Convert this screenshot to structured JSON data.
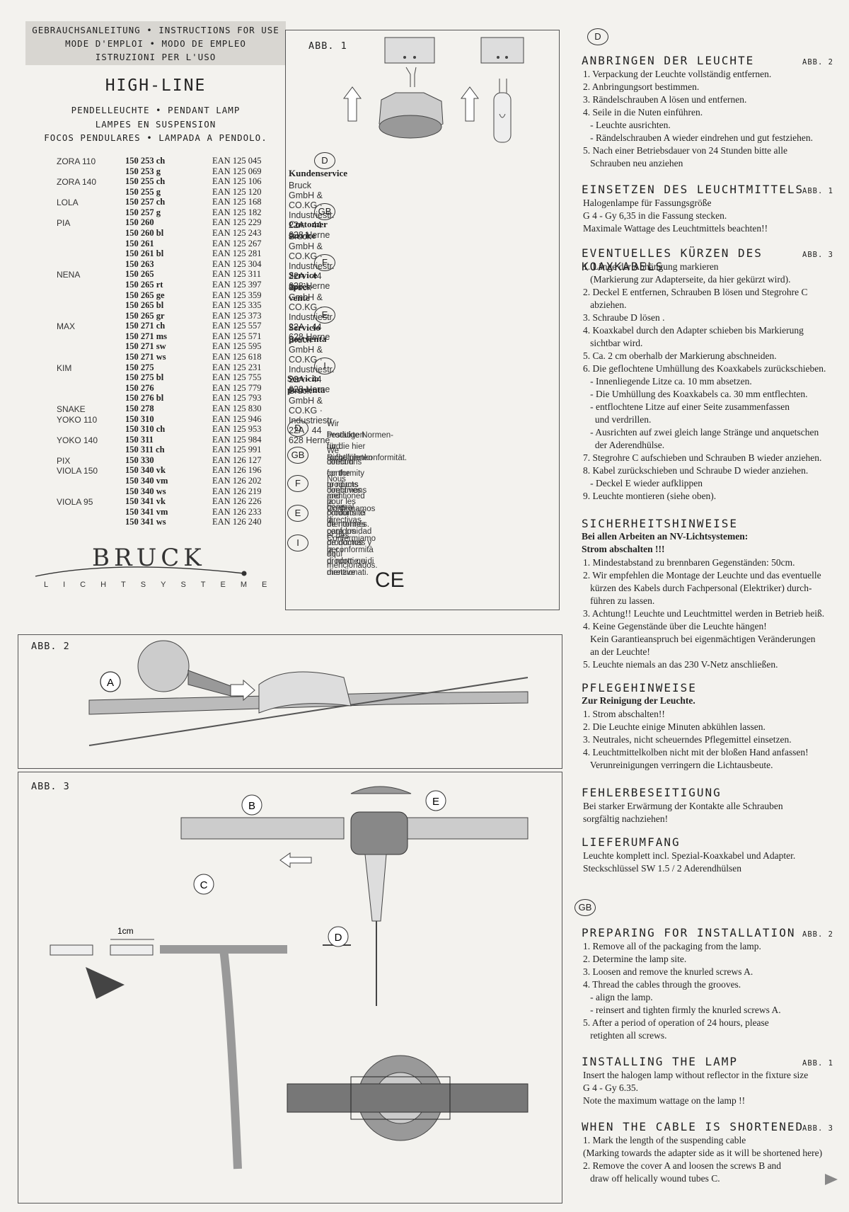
{
  "header": {
    "lines": [
      "GEBRAUCHSANLEITUNG • INSTRUCTIONS FOR USE",
      "MODE D'EMPLOI • MODO DE EMPLEO",
      "ISTRUZIONI PER L'USO"
    ],
    "title": "HIGH-LINE",
    "subtitle_lines": [
      "PENDELLEUCHTE • PENDANT LAMP",
      "LAMPES EN SUSPENSION",
      "FOCOS PENDULARES • LAMPADA A PENDOLO."
    ]
  },
  "products": [
    {
      "model": "ZORA 110",
      "code": "150 253 ch",
      "ean": "EAN 125 045"
    },
    {
      "model": "",
      "code": "150 253 g",
      "ean": "EAN 125 069"
    },
    {
      "model": "ZORA 140",
      "code": "150 255 ch",
      "ean": "EAN 125 106"
    },
    {
      "model": "",
      "code": "150 255 g",
      "ean": "EAN 125 120"
    },
    {
      "model": "LOLA",
      "code": "150 257 ch",
      "ean": "EAN 125 168"
    },
    {
      "model": "",
      "code": "150 257 g",
      "ean": "EAN 125 182"
    },
    {
      "model": "PIA",
      "code": "150 260",
      "ean": "EAN 125 229"
    },
    {
      "model": "",
      "code": "150 260 bl",
      "ean": "EAN 125 243"
    },
    {
      "model": "",
      "code": "150 261",
      "ean": "EAN 125 267"
    },
    {
      "model": "",
      "code": "150 261 bl",
      "ean": "EAN 125 281"
    },
    {
      "model": "",
      "code": "150 263",
      "ean": "EAN 125 304"
    },
    {
      "model": "NENA",
      "code": "150 265",
      "ean": "EAN 125 311"
    },
    {
      "model": "",
      "code": "150 265 rt",
      "ean": "EAN 125 397"
    },
    {
      "model": "",
      "code": "150 265 ge",
      "ean": "EAN 125 359"
    },
    {
      "model": "",
      "code": "150 265 bl",
      "ean": "EAN 125 335"
    },
    {
      "model": "",
      "code": "150 265 gr",
      "ean": "EAN 125 373"
    },
    {
      "model": "MAX",
      "code": "150 271 ch",
      "ean": "EAN 125 557"
    },
    {
      "model": "",
      "code": "150 271 ms",
      "ean": "EAN 125 571"
    },
    {
      "model": "",
      "code": "150 271 sw",
      "ean": "EAN 125 595"
    },
    {
      "model": "",
      "code": "150 271 ws",
      "ean": "EAN 125 618"
    },
    {
      "model": "KIM",
      "code": "150 275",
      "ean": "EAN 125 231"
    },
    {
      "model": "",
      "code": "150 275 bl",
      "ean": "EAN 125 755"
    },
    {
      "model": "",
      "code": "150 276",
      "ean": "EAN 125 779"
    },
    {
      "model": "",
      "code": "150 276 bl",
      "ean": "EAN 125 793"
    },
    {
      "model": "SNAKE",
      "code": "150 278",
      "ean": "EAN 125 830"
    },
    {
      "model": "YOKO 110",
      "code": "150 310",
      "ean": "EAN 125 946"
    },
    {
      "model": "",
      "code": "150 310 ch",
      "ean": "EAN 125 953"
    },
    {
      "model": "YOKO 140",
      "code": "150 311",
      "ean": "EAN 125 984"
    },
    {
      "model": "",
      "code": "150 311 ch",
      "ean": "EAN 125 991"
    },
    {
      "model": "PIX",
      "code": "150 330",
      "ean": "EAN 126 127"
    },
    {
      "model": "VIOLA 150",
      "code": "150 340 vk",
      "ean": "EAN 126 196"
    },
    {
      "model": "",
      "code": "150 340 vm",
      "ean": "EAN 126 202"
    },
    {
      "model": "",
      "code": "150 340 ws",
      "ean": "EAN 126 219"
    },
    {
      "model": "VIOLA 95",
      "code": "150 341 vk",
      "ean": "EAN 126 226"
    },
    {
      "model": "",
      "code": "150 341 vm",
      "ean": "EAN 126 233"
    },
    {
      "model": "",
      "code": "150 341 ws",
      "ean": "EAN 126 240"
    }
  ],
  "logo": {
    "word": "BRUCK",
    "sub": "LICHTSYSTEME"
  },
  "abb1": {
    "label": "ABB. 1",
    "services": [
      {
        "lang": "D",
        "title": "Kundenservice",
        "addr": "Bruck GmbH & CO.KG · Industriestr. 22A · 44 628 Herne"
      },
      {
        "lang": "GB",
        "title": "Customer service",
        "addr": "Bruck GmbH & CO.KG · Industriestr. 22A · 44 628 Herne"
      },
      {
        "lang": "F",
        "title": "Service après-vente",
        "addr": "Bruck GmbH & CO.KG · Industriestr. 22A · 44 628 Herne"
      },
      {
        "lang": "E",
        "title": "Servicio postventa",
        "addr": "Bruck GmbH & CO.KG · Industriestr. 22A · 44 628 Herne"
      },
      {
        "lang": "I",
        "title": "Servicio postventa",
        "addr": "Bruck GmbH & CO.KG · Industriestr. 22A · 44 628 Herne"
      }
    ],
    "conformity": [
      {
        "lang": "D",
        "l1": "Wir bestätigen für die hier aufgeführten",
        "l2": "Produkte Normen- und Richtlinienkonformität."
      },
      {
        "lang": "GB",
        "l1": "We confirm conformity to norms and general",
        "l2": "directions for the products mentioned here."
      },
      {
        "lang": "F",
        "l1": "Nous confirmons la conformité de normes et des",
        "l2": "directives pour les produits ici mentonnés."
      },
      {
        "lang": "E",
        "l1": "Confirmamos la conformidad de normas y de",
        "l2": "directivas para los productos aquí mencionados."
      },
      {
        "lang": "I",
        "l1": "Confermiamo la conformità di norme e di direttive",
        "l2": "per i prodotti qui menzionati."
      }
    ],
    "ce": "CE"
  },
  "abb2": {
    "label": "ABB. 2",
    "callout_a": "A"
  },
  "abb3": {
    "label": "ABB. 3",
    "callouts": [
      "B",
      "C",
      "D",
      "E"
    ],
    "dim": "1cm"
  },
  "right": {
    "lang_d": "D",
    "lang_gb": "GB",
    "s1": {
      "title": "ANBRINGEN DER LEUCHTE",
      "abb": "ABB. 2",
      "lines": [
        "1. Verpackung der Leuchte vollständig entfernen.",
        "2. Anbringungsort bestimmen.",
        "3. Rändelschrauben A lösen und entfernen.",
        "4. Seile in die Nuten einführen.",
        "   - Leuchte ausrichten.",
        "   - Rändelschrauben A wieder eindrehen und gut festziehen.",
        "5. Nach einer Betriebsdauer von 24 Stunden bitte alle",
        "   Schrauben neu anziehen"
      ]
    },
    "s2": {
      "title": "EINSETZEN DES LEUCHTMITTELS",
      "abb": "ABB. 1",
      "lines": [
        "Halogenlampe für Fassungsgröße",
        "G 4 - Gy 6,35 in die Fassung stecken.",
        "Maximale Wattage des Leuchtmittels beachten!!"
      ]
    },
    "s3": {
      "title": "EVENTUELLES KÜRZEN DES KOAXKABELS",
      "abb": "ABB. 3",
      "lines": [
        "1. Länge der Abhängung markieren",
        "   (Markierung zur Adapterseite, da hier gekürzt wird).",
        "2. Deckel E entfernen, Schrauben B lösen und Stegrohre C",
        "   abziehen.",
        "3. Schraube D lösen .",
        "4. Koaxkabel durch den Adapter schieben bis Markierung",
        "   sichtbar wird.",
        "5. Ca. 2 cm oberhalb der Markierung abschneiden.",
        "6. Die geflochtene Umhüllung des Koaxkabels zurückschieben.",
        "   - Innenliegende Litze ca. 10 mm absetzen.",
        "   - Die Umhüllung des Koaxkabels ca. 30 mm entflechten.",
        "   - entflochtene Litze auf einer Seite zusammenfassen",
        "     und verdrillen.",
        "   - Ausrichten auf zwei gleich lange Stränge und anquetschen",
        "     der Aderendhülse.",
        "7. Stegrohre C aufschieben und Schrauben B wieder anziehen.",
        "8. Kabel zurückschieben und Schraube D wieder anziehen.",
        "   - Deckel E wieder aufklippen",
        "9. Leuchte montieren (siehe oben)."
      ]
    },
    "s4": {
      "title": "SICHERHEITSHINWEISE",
      "sub1": "Bei allen Arbeiten an NV-Lichtsystemen:",
      "sub2": "Strom abschalten !!!",
      "lines": [
        "1. Mindestabstand zu brennbaren Gegenständen: 50cm.",
        "2. Wir empfehlen die Montage der Leuchte und das eventuelle",
        "   kürzen des Kabels durch Fachpersonal (Elektriker) durch-",
        "   führen zu lassen.",
        "3. Achtung!! Leuchte und Leuchtmittel werden in Betrieb heiß.",
        "4. Keine Gegenstände über die Leuchte hängen!",
        "   Kein Garantieanspruch bei eigenmächtigen Veränderungen",
        "   an der Leuchte!",
        "5. Leuchte niemals an das 230 V-Netz anschließen."
      ]
    },
    "s5": {
      "title": "PFLEGEHINWEISE",
      "sub1": "Zur Reinigung der Leuchte.",
      "lines": [
        "1. Strom abschalten!!",
        "2. Die Leuchte einige Minuten abkühlen lassen.",
        "3. Neutrales, nicht scheuerndes Pflegemittel einsetzen.",
        "4. Leuchtmittelkolben nicht mit der bloßen Hand anfassen!",
        "   Verunreinigungen verringern die Lichtausbeute."
      ]
    },
    "s6": {
      "title": "FEHLERBESEITIGUNG",
      "lines": [
        "Bei starker Erwärmung der Kontakte alle Schrauben",
        "sorgfältig nachziehen!"
      ]
    },
    "s7": {
      "title": "LIEFERUMFANG",
      "lines": [
        "Leuchte komplett incl. Spezial-Koaxkabel und Adapter.",
        "Steckschlüssel SW 1.5 / 2 Aderendhülsen"
      ]
    },
    "s8": {
      "title": "PREPARING FOR INSTALLATION",
      "abb": "ABB. 2",
      "lines": [
        "1. Remove all of the packaging from the lamp.",
        "2. Determine the lamp site.",
        "3. Loosen and remove the knurled screws A.",
        "4. Thread the cables through the grooves.",
        "   - align the lamp.",
        "   - reinsert and tighten firmly the knurled screws A.",
        "5. After a period of operation of 24 hours, please",
        "   retighten all screws."
      ]
    },
    "s9": {
      "title": "INSTALLING THE LAMP",
      "abb": "ABB. 1",
      "lines": [
        "Insert the halogen lamp without reflector in the fixture size",
        "G 4 - Gy 6.35.",
        "Note the maximum wattage on the lamp !!"
      ]
    },
    "s10": {
      "title": "WHEN THE CABLE IS SHORTENED",
      "abb": "ABB. 3",
      "lines": [
        "1. Mark the length of the suspending cable",
        "(Marking towards the adapter side as it will be shortened here)",
        "2. Remove the cover A and loosen the screws B and",
        "   draw off helically wound tubes C."
      ]
    }
  }
}
